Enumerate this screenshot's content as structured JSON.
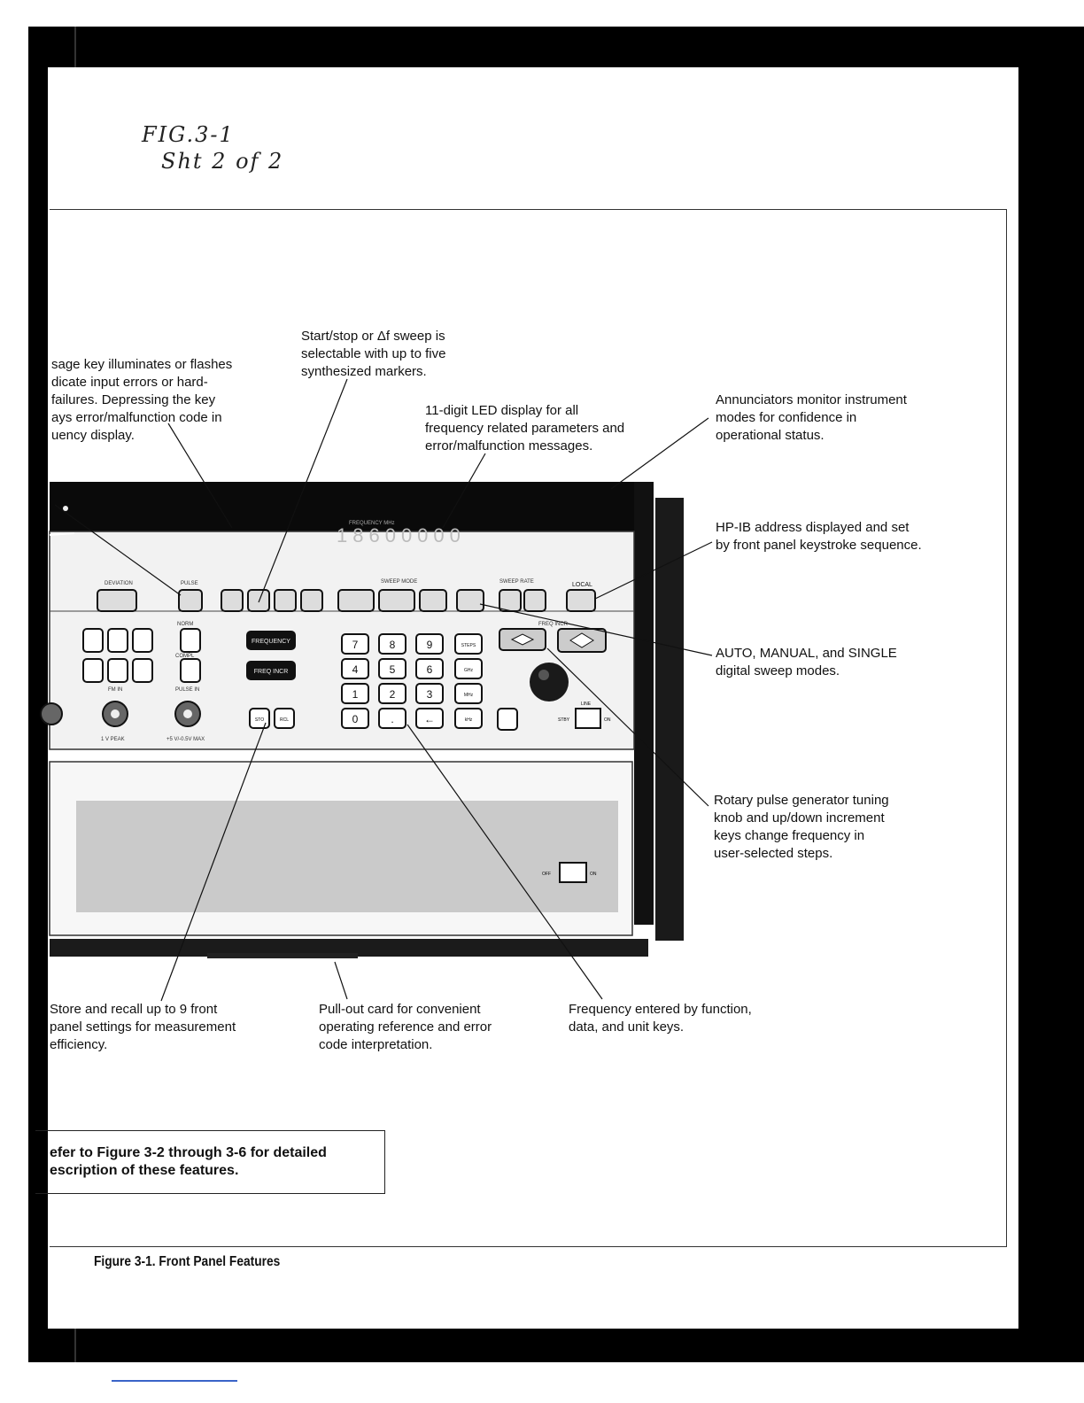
{
  "handwritten": {
    "line1": "FIG.3-1",
    "line2": "Sht 2 of 2"
  },
  "callouts": {
    "message_key": [
      "sage key illuminates or flashes",
      "dicate input errors or hard-",
      " failures. Depressing the key",
      "ays error/malfunction code in",
      "uency display."
    ],
    "sweep": [
      "Start/stop or Δf sweep is",
      "selectable with up to five",
      "synthesized markers."
    ],
    "led_display": [
      "11-digit LED display for all",
      "frequency related parameters and",
      "error/malfunction messages."
    ],
    "annunciators": [
      "Annunciators monitor instrument",
      "modes for confidence in",
      "operational status."
    ],
    "hpib": [
      "HP-IB address displayed and set",
      "by front panel keystroke sequence."
    ],
    "sweep_modes": [
      "AUTO, MANUAL, and SINGLE",
      "digital sweep modes."
    ],
    "rotary": [
      "Rotary pulse generator tuning",
      "knob and up/down increment",
      "keys change frequency in",
      "user-selected steps."
    ],
    "store_recall": [
      "Store and recall up to 9 front",
      "panel settings for measurement",
      "efficiency."
    ],
    "pullout_card": [
      "Pull-out card for convenient",
      "operating reference and error",
      "code interpretation."
    ],
    "freq_entry": [
      "Frequency entered by function,",
      "data, and unit keys."
    ]
  },
  "instrument": {
    "display_value": "18600000",
    "display_label": "FREQUENCY MHz",
    "keypad": [
      "7",
      "8",
      "9",
      "4",
      "5",
      "6",
      "1",
      "2",
      "3",
      "0",
      ".",
      "←"
    ],
    "unit_keys": [
      "STEPS",
      "GHz",
      "MHz",
      "kHz"
    ],
    "function_keys": [
      "FREQUENCY",
      "FREQ INCR"
    ],
    "store_keys": [
      "STO",
      "RCL"
    ],
    "local_label": "LOCAL",
    "labels": {
      "deviation": "DEVIATION",
      "pulse": "PULSE",
      "sweep_mode": "SWEEP MODE",
      "sweep_rate": "SWEEP RATE",
      "freq_incr": "FREQ INCR",
      "norm": "NORM",
      "comp": "COMPL",
      "fm_in": "FM IN",
      "pulse_in": "PULSE IN",
      "peak": "1 V PEAK",
      "max": "+5 V/-0.5V MAX",
      "line": "LINE",
      "stby": "STBY",
      "on": "ON",
      "off": "OFF"
    }
  },
  "note": {
    "line1": "efer to Figure 3-2 through 3-6 for detailed",
    "line2": "escription of these features."
  },
  "caption": "Figure 3-1.  Front Panel Features"
}
